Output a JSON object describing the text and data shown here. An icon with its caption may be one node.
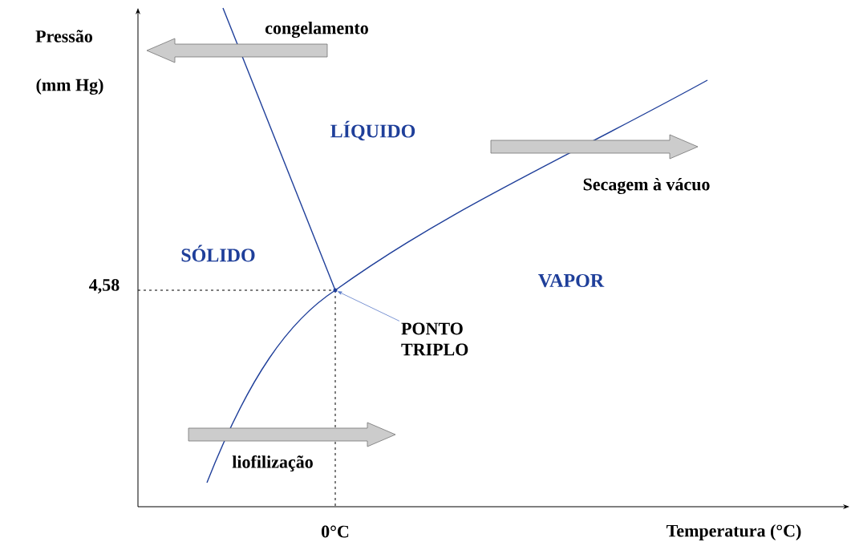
{
  "diagram": {
    "nodes": [
      {
        "text": [
          "PONTO TRIPLO"
        ]
      },
      {
        "text": [],
        "shape": "circle"
      }
    ],
    "edges": [
      {
        "from": 0,
        "to": 1,
        "arrow": "to",
        "color": "#5a7ac8"
      }
    ],
    "labels": [
      "Pressão",
      "(mm Hg)",
      "congelamento",
      "LÍQUIDO",
      "Secagem à vácuo",
      "SÓLIDO",
      "4,58",
      "VAPOR",
      "liofilização",
      "0°C",
      "Temperatura (°C)"
    ]
  }
}
